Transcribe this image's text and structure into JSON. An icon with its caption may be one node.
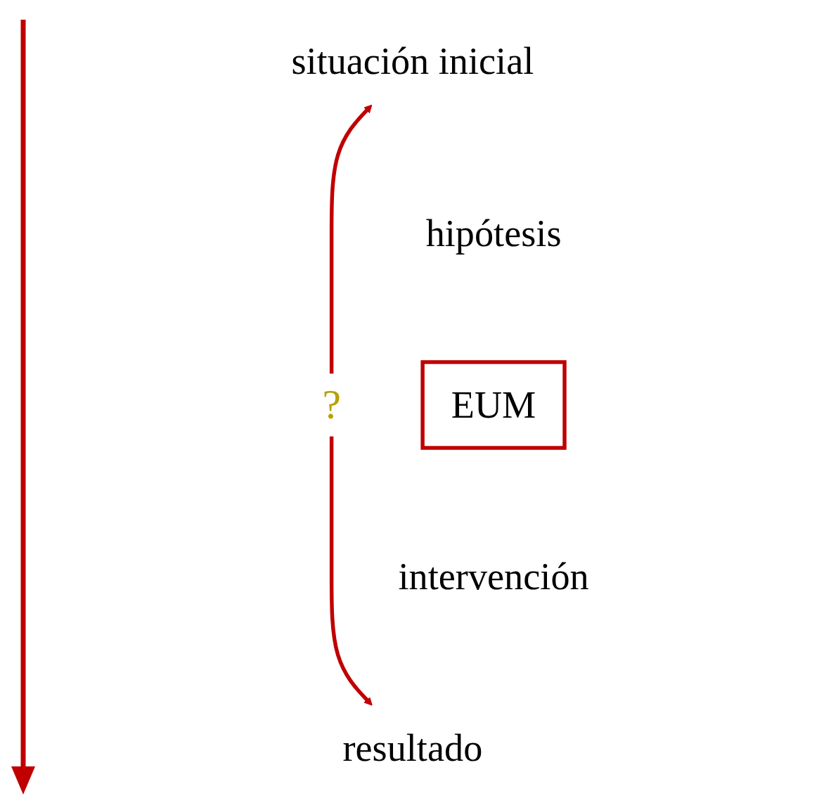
{
  "diagram": {
    "nodes": [
      {
        "text": [
          "situación inicial"
        ]
      },
      {
        "text": [
          "hipótesis"
        ]
      },
      {
        "text": [
          "EUM"
        ]
      },
      {
        "text": [
          "intervención"
        ]
      },
      {
        "text": [
          "resultado"
        ]
      }
    ],
    "edges": [
      {
        "from": 0,
        "to": 4,
        "arrow": "both",
        "label": "?",
        "color": "#c00000"
      }
    ]
  }
}
